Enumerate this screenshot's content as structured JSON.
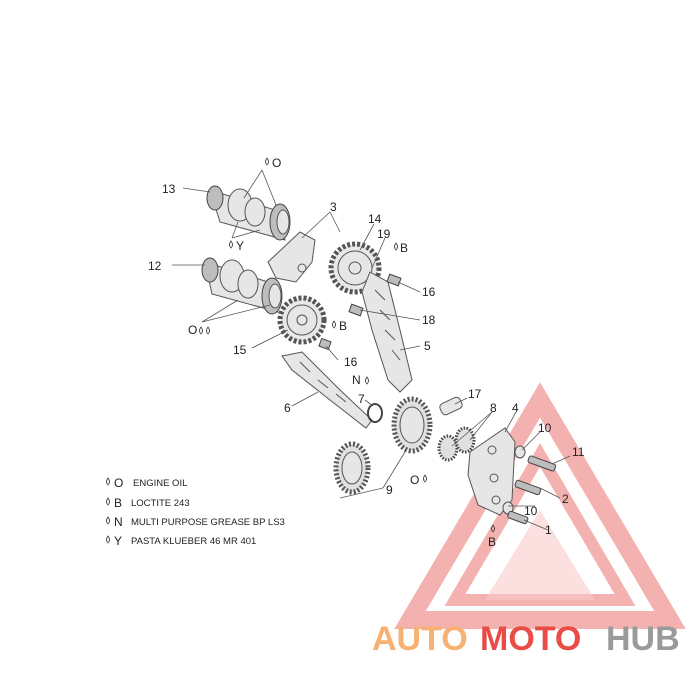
{
  "callouts": {
    "n1": "1",
    "n2": "2",
    "n3": "3",
    "n4": "4",
    "n5": "5",
    "n6": "6",
    "n7": "7",
    "n8": "8",
    "n9": "9",
    "n10a": "10",
    "n10b": "10",
    "n11": "11",
    "n12": "12",
    "n13": "13",
    "n14": "14",
    "n15": "15",
    "n16a": "16",
    "n16b": "16",
    "n17": "17",
    "n18": "18",
    "n19": "19"
  },
  "lube_marks": {
    "o_top": "O",
    "y_mid": "Y",
    "o_left": "O",
    "b_upper": "B",
    "b_mid": "B",
    "n_mid": "N",
    "o_low": "O",
    "b_low": "B"
  },
  "legend": [
    {
      "key": "O",
      "text": "ENGINE OIL"
    },
    {
      "key": "B",
      "text": "LOCTITE 243"
    },
    {
      "key": "N",
      "text": "MULTI PURPOSE GREASE BP LS3"
    },
    {
      "key": "Y",
      "text": "PASTA KLUEBER 46 MR 401"
    }
  ],
  "watermark": {
    "part1": "AUTO",
    "part2": "MOTO",
    "part3": "HUB"
  },
  "colors": {
    "wm_orange": "#f6b173",
    "wm_red": "#e94b47",
    "wm_gray": "#9a9a9a"
  }
}
